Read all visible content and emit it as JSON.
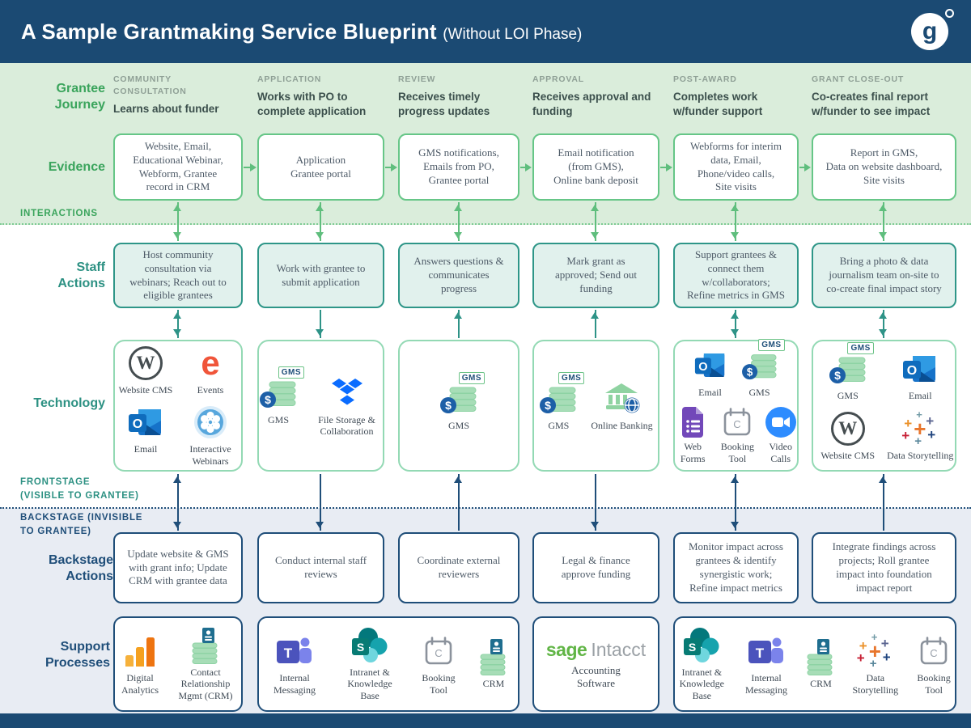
{
  "header": {
    "title": "A Sample Grantmaking Service Blueprint",
    "subtitle": "(Without LOI Phase)",
    "logo_letter": "g"
  },
  "row_labels": {
    "journey": "Grantee\nJourney",
    "evidence": "Evidence",
    "staff": "Staff\nActions",
    "technology": "Technology",
    "backstage": "Backstage\nActions",
    "support": "Support\nProcesses"
  },
  "zone_labels": {
    "interactions": "INTERACTIONS",
    "frontstage": "FRONTSTAGE\n(VISIBLE TO GRANTEE)",
    "backstage": "BACKSTAGE (INVISIBLE\nTO GRANTEE)"
  },
  "columns": [
    {
      "stage": "COMMUNITY CONSULTATION",
      "journey": "Learns about funder",
      "evidence": "Website, Email,\nEducational Webinar,\nWebform, Grantee\nrecord in CRM",
      "staff_action": "Host community\nconsultation via\nwebinars; Reach out to\neligible grantees",
      "backstage_action": "Update website & GMS\nwith grant info; Update\nCRM with grantee data"
    },
    {
      "stage": "APPLICATION",
      "journey": "Works with PO to complete application",
      "evidence": "Application\nGrantee portal",
      "staff_action": "Work with grantee to\nsubmit application",
      "backstage_action": "Conduct internal staff\nreviews"
    },
    {
      "stage": "REVIEW",
      "journey": "Receives timely progress updates",
      "evidence": "GMS notifications,\nEmails from PO,\nGrantee portal",
      "staff_action": "Answers questions &\ncommunicates\nprogress",
      "backstage_action": "Coordinate external\nreviewers"
    },
    {
      "stage": "APPROVAL",
      "journey": "Receives approval and funding",
      "evidence": "Email notification\n(from GMS),\nOnline bank deposit",
      "staff_action": "Mark grant as\napproved; Send out\nfunding",
      "backstage_action": "Legal & finance\napprove funding"
    },
    {
      "stage": "POST-AWARD",
      "journey": "Completes work w/funder support",
      "evidence": "Webforms for interim\ndata, Email,\nPhone/video calls,\nSite visits",
      "staff_action": "Support grantees &\nconnect them\nw/collaborators;\nRefine metrics in GMS",
      "backstage_action": "Monitor impact across\ngrantees & identify\nsynergistic work;\nRefine impact metrics"
    },
    {
      "stage": "GRANT CLOSE-OUT",
      "journey": "Co-creates final report w/funder to see impact",
      "evidence": "Report in GMS,\nData on website dashboard,\nSite visits",
      "staff_action": "Bring a photo & data\njournalism team on-site to\nco-create final impact story",
      "backstage_action": "Integrate findings across\nprojects; Roll grantee\nimpact into foundation\nimpact report"
    }
  ],
  "technology": {
    "badge": "GMS",
    "col1": [
      {
        "icon": "wordpress-icon",
        "label": "Website CMS"
      },
      {
        "icon": "eventbrite-icon",
        "label": "Events"
      },
      {
        "icon": "outlook-icon",
        "label": "Email"
      },
      {
        "icon": "webinar-icon",
        "label": "Interactive Webinars"
      }
    ],
    "col2": [
      {
        "icon": "gms-icon",
        "label": "GMS"
      },
      {
        "icon": "dropbox-icon",
        "label": "File Storage & Collaboration"
      }
    ],
    "col3": [
      {
        "icon": "gms-icon",
        "label": "GMS"
      }
    ],
    "col4": [
      {
        "icon": "gms-icon",
        "label": "GMS"
      },
      {
        "icon": "bank-icon",
        "label": "Online Banking"
      }
    ],
    "col5": [
      {
        "icon": "outlook-icon",
        "label": "Email"
      },
      {
        "icon": "gms-icon",
        "label": "GMS"
      },
      {
        "icon": "forms-icon",
        "label": "Web Forms"
      },
      {
        "icon": "booking-icon",
        "label": "Booking Tool"
      },
      {
        "icon": "video-icon",
        "label": "Video Calls"
      }
    ],
    "col6": [
      {
        "icon": "gms-icon",
        "label": "GMS"
      },
      {
        "icon": "outlook-icon",
        "label": "Email"
      },
      {
        "icon": "wordpress-icon",
        "label": "Website CMS"
      },
      {
        "icon": "tableau-icon",
        "label": "Data Storytelling"
      }
    ]
  },
  "support": {
    "box1": [
      {
        "icon": "analytics-icon",
        "label": "Digital Analytics"
      },
      {
        "icon": "crm-icon",
        "label": "Contact Relationship Mgmt (CRM)"
      }
    ],
    "box2": [
      {
        "icon": "teams-icon",
        "label": "Internal Messaging"
      },
      {
        "icon": "sharepoint-icon",
        "label": "Intranet & Knowledge Base"
      },
      {
        "icon": "booking-icon",
        "label": "Booking Tool"
      },
      {
        "icon": "crm-icon",
        "label": "CRM"
      }
    ],
    "box3": {
      "brand_green": "sage",
      "brand_gray": "Intacct",
      "label": "Accounting\nSoftware"
    },
    "box4": [
      {
        "icon": "sharepoint-icon",
        "label": "Intranet & Knowledge Base"
      },
      {
        "icon": "teams-icon",
        "label": "Internal Messaging"
      },
      {
        "icon": "crm-icon",
        "label": "CRM"
      },
      {
        "icon": "tableau-icon",
        "label": "Data Storytelling"
      },
      {
        "icon": "booking-icon",
        "label": "Booking Tool"
      }
    ]
  },
  "icon_glyphs": {
    "wordpress": "W",
    "eventbrite": "e",
    "outlook": "O",
    "teams": "T",
    "sharepoint": "S",
    "booking": "C",
    "dollar": "$"
  },
  "colors": {
    "navy": "#1b4a73",
    "green": "#3aa45c",
    "teal": "#2d9183",
    "band_green": "#daeddb",
    "band_backstage": "#e8ecf3"
  }
}
